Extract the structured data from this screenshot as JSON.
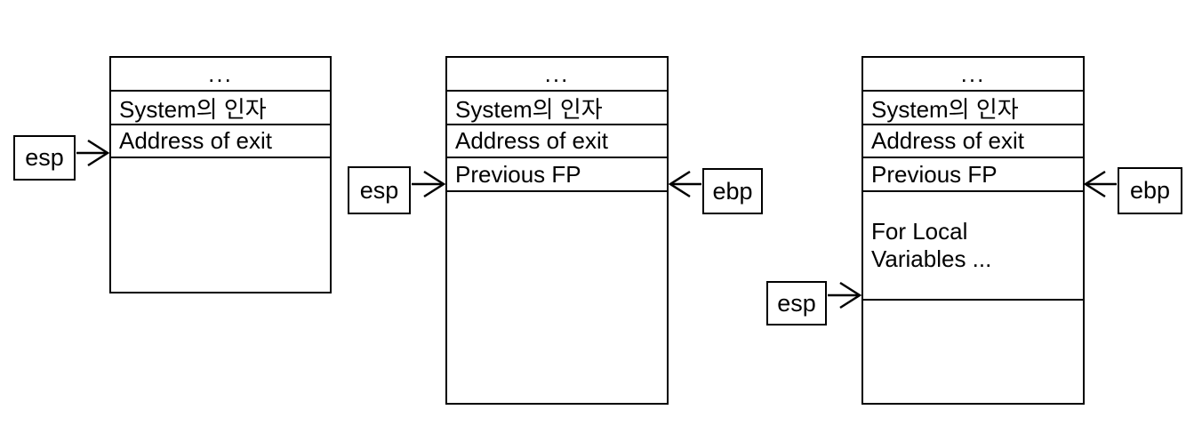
{
  "stages": [
    {
      "name": "stage-1",
      "rows": [
        {
          "label": "..."
        },
        {
          "label": "System의 인자"
        },
        {
          "label": "Address of exit"
        }
      ],
      "pointers": [
        {
          "label": "esp",
          "side": "left",
          "points_to": "Address of exit"
        }
      ]
    },
    {
      "name": "stage-2",
      "rows": [
        {
          "label": "..."
        },
        {
          "label": "System의 인자"
        },
        {
          "label": "Address of exit"
        },
        {
          "label": "Previous FP"
        }
      ],
      "pointers": [
        {
          "label": "esp",
          "side": "left",
          "points_to": "Previous FP"
        },
        {
          "label": "ebp",
          "side": "right",
          "points_to": "Previous FP"
        }
      ]
    },
    {
      "name": "stage-3",
      "rows": [
        {
          "label": "..."
        },
        {
          "label": "System의 인자"
        },
        {
          "label": "Address of exit"
        },
        {
          "label": "Previous FP"
        },
        {
          "label": "For Local Variables ..."
        }
      ],
      "pointers": [
        {
          "label": "ebp",
          "side": "right",
          "points_to": "Previous FP"
        },
        {
          "label": "esp",
          "side": "left",
          "points_to": "below For Local Variables"
        }
      ]
    }
  ],
  "colors": {
    "stroke": "#000000",
    "background": "#ffffff"
  }
}
